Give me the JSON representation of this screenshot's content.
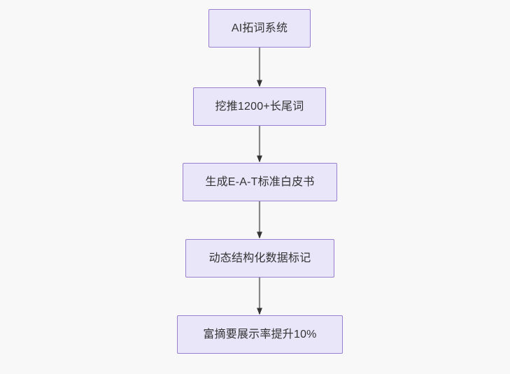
{
  "diagram": {
    "type": "flowchart",
    "direction": "top-down",
    "background_color": "#f8f8f8",
    "node_fill_color": "#eae6fa",
    "node_border_color": "#9a7fd1",
    "node_text_color": "#333333",
    "edge_line_color": "#888888",
    "edge_arrow_color": "#333333",
    "nodes": [
      {
        "id": "n0",
        "label": "AI拓词系统"
      },
      {
        "id": "n1",
        "label": "挖推1200+长尾词"
      },
      {
        "id": "n2",
        "label": "生成E-A-T标准白皮书"
      },
      {
        "id": "n3",
        "label": "动态结构化数据标记"
      },
      {
        "id": "n4",
        "label": "富摘要展示率提升10%"
      }
    ],
    "edges": [
      {
        "from": "n0",
        "to": "n1",
        "label": ""
      },
      {
        "from": "n1",
        "to": "n2",
        "label": ""
      },
      {
        "from": "n2",
        "to": "n3",
        "label": ""
      },
      {
        "from": "n3",
        "to": "n4",
        "label": ""
      }
    ]
  }
}
